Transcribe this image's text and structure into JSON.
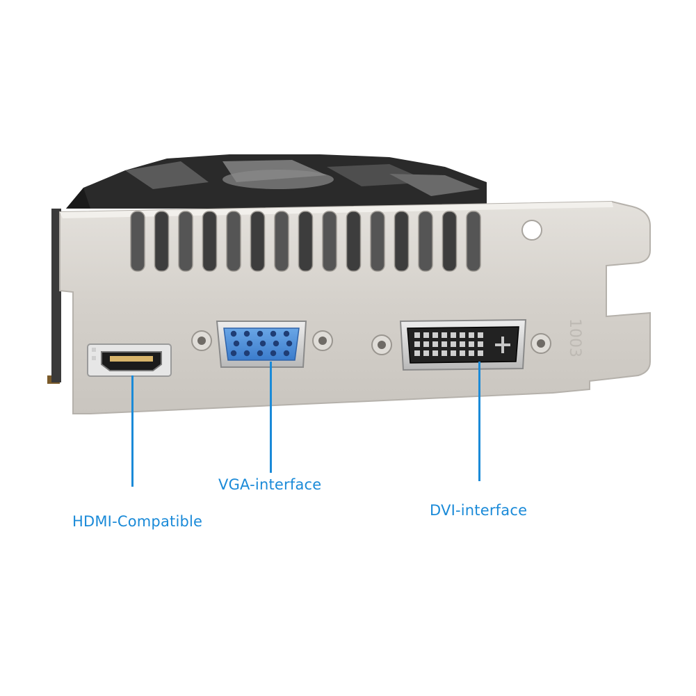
{
  "labels": {
    "hdmi": "HDMI-Compatible",
    "vga": "VGA-interface",
    "dvi": "DVI-interface"
  },
  "bracket_marking": "1003",
  "colors": {
    "label_blue": "#1a8ad8",
    "bracket_silver": "#d9d6d1",
    "vga_connector_blue": "#4a8fd8",
    "dvi_connector_black": "#222222"
  }
}
